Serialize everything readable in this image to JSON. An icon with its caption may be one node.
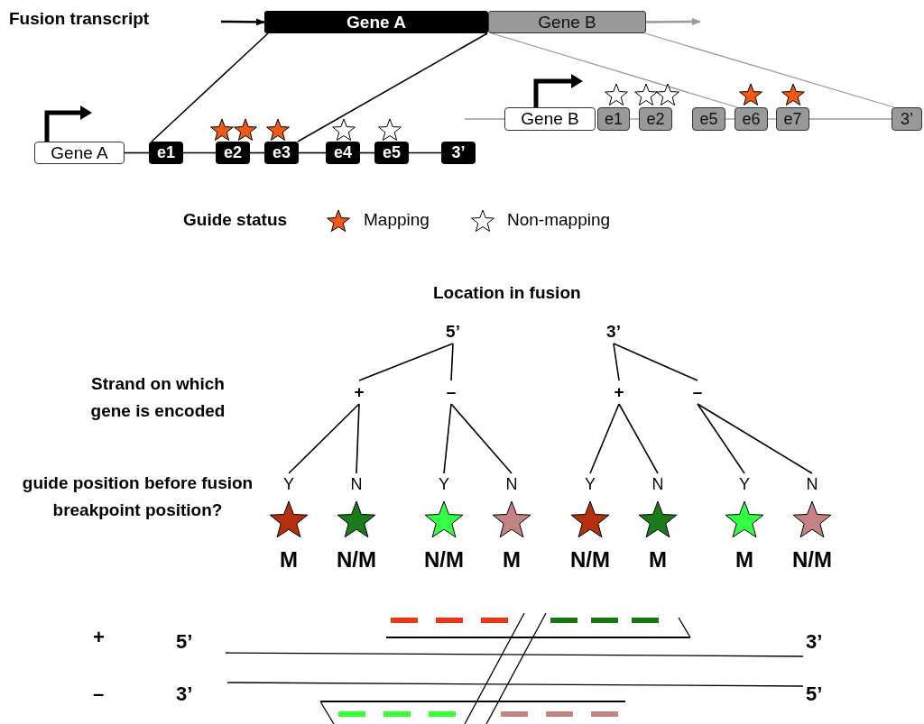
{
  "diagram": {
    "nodes": [
      {
        "text": [
          "Gene A"
        ]
      },
      {
        "text": [
          "Gene B"
        ]
      },
      {
        "text": [
          "Gene A"
        ]
      },
      {
        "text": [
          "e1"
        ]
      },
      {
        "text": [
          "e2"
        ]
      },
      {
        "text": [
          "e3"
        ]
      },
      {
        "text": [
          "e4"
        ]
      },
      {
        "text": [
          "e5"
        ]
      },
      {
        "text": [
          "3’"
        ]
      },
      {
        "text": [
          "Gene B"
        ]
      },
      {
        "text": [
          "e1"
        ]
      },
      {
        "text": [
          "e2"
        ]
      },
      {
        "text": [
          "e5"
        ]
      },
      {
        "text": [
          "e6"
        ]
      },
      {
        "text": [
          "e7"
        ]
      },
      {
        "text": [
          "3’"
        ]
      },
      {
        "text": [
          "5’"
        ]
      },
      {
        "text": [
          "3’"
        ]
      },
      {
        "text": [
          "+"
        ]
      },
      {
        "text": [
          "–"
        ]
      },
      {
        "text": [
          "+"
        ]
      },
      {
        "text": [
          "–"
        ]
      },
      {
        "text": [
          "Y"
        ],
        "beside": [
          "M"
        ]
      },
      {
        "text": [
          "N"
        ],
        "beside": [
          "N/M"
        ]
      },
      {
        "text": [
          "Y"
        ],
        "beside": [
          "N/M"
        ]
      },
      {
        "text": [
          "N"
        ],
        "beside": [
          "M"
        ]
      },
      {
        "text": [
          "Y"
        ],
        "beside": [
          "N/M"
        ]
      },
      {
        "text": [
          "N"
        ],
        "beside": [
          "M"
        ]
      },
      {
        "text": [
          "Y"
        ],
        "beside": [
          "M"
        ]
      },
      {
        "text": [
          "N"
        ],
        "beside": [
          "N/M"
        ]
      }
    ],
    "edges": [
      {
        "from": null,
        "to": 0,
        "arrow": "to"
      },
      {
        "from": 0,
        "to": 3,
        "arrow": "none"
      },
      {
        "from": 0,
        "to": 5,
        "arrow": "none"
      },
      {
        "from": 1,
        "to": 13,
        "arrow": "none",
        "color": "#999999"
      },
      {
        "from": 1,
        "to": 15,
        "arrow": "none",
        "color": "#999999"
      },
      {
        "from": 1,
        "to": null,
        "arrow": "to",
        "color": "#999999"
      },
      {
        "from": 2,
        "to": 3,
        "arrow": "none"
      },
      {
        "from": 3,
        "to": 4,
        "arrow": "none"
      },
      {
        "from": 4,
        "to": 5,
        "arrow": "none"
      },
      {
        "from": 5,
        "to": 6,
        "arrow": "none"
      },
      {
        "from": 6,
        "to": 7,
        "arrow": "none"
      },
      {
        "from": 7,
        "to": 8,
        "arrow": "none"
      },
      {
        "from": null,
        "to": 9,
        "arrow": "none",
        "color": "#999999"
      },
      {
        "from": 10,
        "to": 11,
        "arrow": "none",
        "color": "#999999"
      },
      {
        "from": 12,
        "to": 13,
        "arrow": "none",
        "color": "#999999"
      },
      {
        "from": 13,
        "to": 14,
        "arrow": "none",
        "color": "#999999"
      },
      {
        "from": 14,
        "to": 15,
        "arrow": "none",
        "color": "#999999"
      },
      {
        "from": 16,
        "to": 18,
        "arrow": "none"
      },
      {
        "from": 16,
        "to": 19,
        "arrow": "none"
      },
      {
        "from": 17,
        "to": 20,
        "arrow": "none"
      },
      {
        "from": 17,
        "to": 21,
        "arrow": "none"
      },
      {
        "from": 18,
        "to": 22,
        "arrow": "none"
      },
      {
        "from": 18,
        "to": 23,
        "arrow": "none"
      },
      {
        "from": 19,
        "to": 24,
        "arrow": "none"
      },
      {
        "from": 19,
        "to": 25,
        "arrow": "none"
      },
      {
        "from": 20,
        "to": 26,
        "arrow": "none"
      },
      {
        "from": 20,
        "to": 27,
        "arrow": "none"
      },
      {
        "from": 21,
        "to": 28,
        "arrow": "none"
      },
      {
        "from": 21,
        "to": 29,
        "arrow": "none"
      }
    ],
    "labels": [
      "Fusion transcript",
      "Guide status",
      "Location in fusion",
      "Strand on which gene is encoded",
      "guide position before fusion breakpoint position?",
      "+",
      "5’",
      "3’",
      "–",
      "3’",
      "5’"
    ],
    "legend": [
      {
        "text": "Mapping"
      },
      {
        "text": "Non-mapping"
      }
    ]
  }
}
